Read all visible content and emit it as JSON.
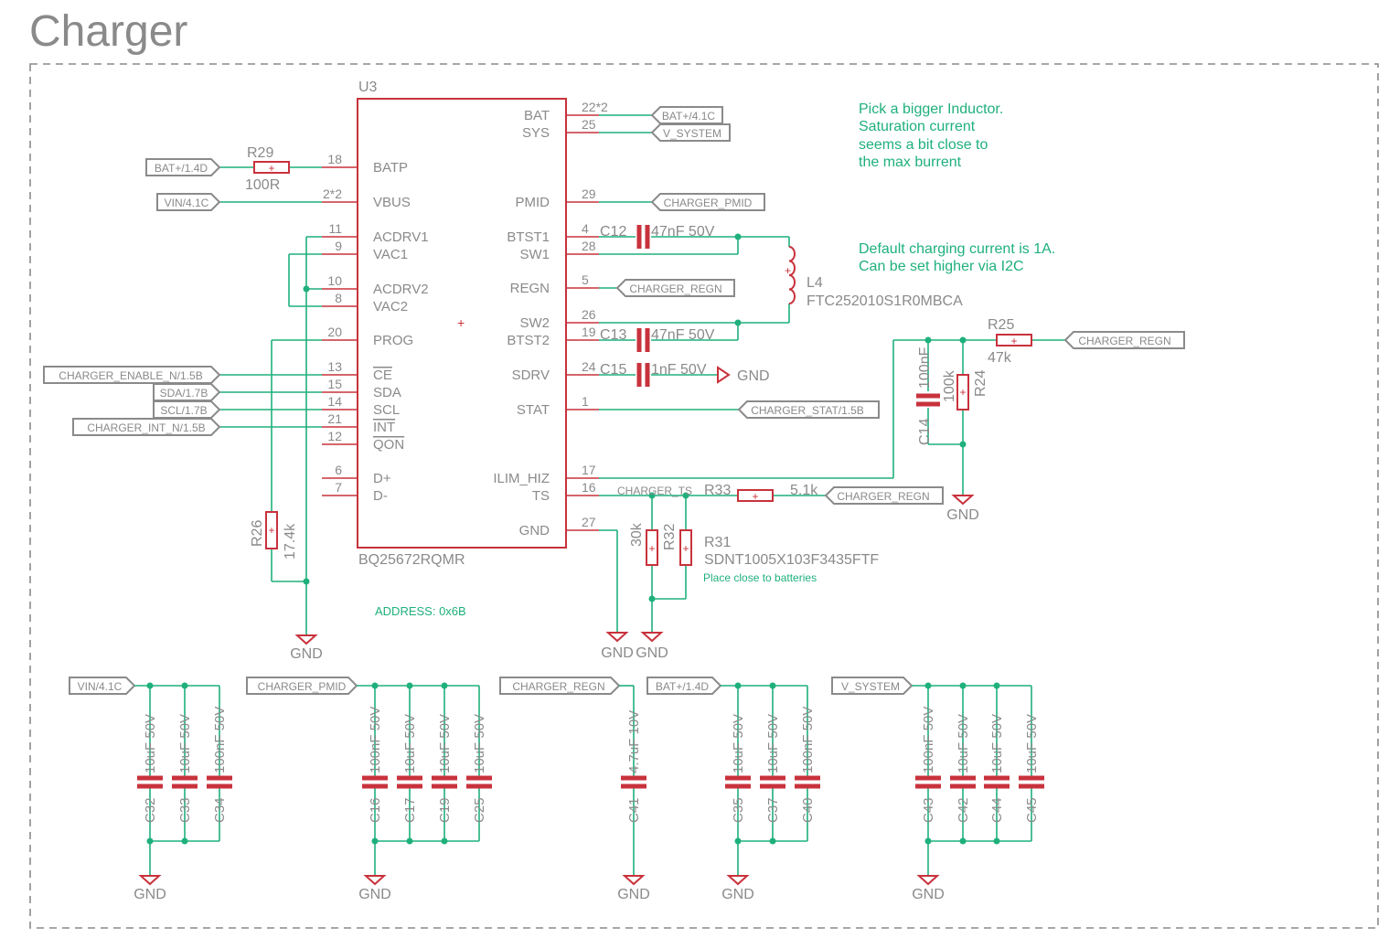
{
  "sheet": {
    "title": "Charger"
  },
  "chip": {
    "refdes": "U3",
    "part": "BQ25672RQMR",
    "pins_left": [
      {
        "num": "18",
        "name": "BATP"
      },
      {
        "num": "2*2",
        "name": "VBUS"
      },
      {
        "num": "11",
        "name": "ACDRV1"
      },
      {
        "num": "9",
        "name": "VAC1"
      },
      {
        "num": "10",
        "name": "ACDRV2"
      },
      {
        "num": "8",
        "name": "VAC2"
      },
      {
        "num": "20",
        "name": "PROG"
      },
      {
        "num": "13",
        "name": "CE"
      },
      {
        "num": "15",
        "name": "SDA"
      },
      {
        "num": "14",
        "name": "SCL"
      },
      {
        "num": "21",
        "name": "INT"
      },
      {
        "num": "12",
        "name": "QON"
      },
      {
        "num": "6",
        "name": "D+"
      },
      {
        "num": "7",
        "name": "D-"
      }
    ],
    "pins_right": [
      {
        "num": "22*2",
        "name": "BAT"
      },
      {
        "num": "25",
        "name": "SYS"
      },
      {
        "num": "29",
        "name": "PMID"
      },
      {
        "num": "4",
        "name": "BTST1"
      },
      {
        "num": "28",
        "name": "SW1"
      },
      {
        "num": "5",
        "name": "REGN"
      },
      {
        "num": "26",
        "name": "SW2"
      },
      {
        "num": "19",
        "name": "BTST2"
      },
      {
        "num": "24",
        "name": "SDRV"
      },
      {
        "num": "1",
        "name": "STAT"
      },
      {
        "num": "17",
        "name": "ILIM_HIZ"
      },
      {
        "num": "16",
        "name": "TS"
      },
      {
        "num": "27",
        "name": "GND"
      }
    ]
  },
  "net_labels": [
    "BAT+/1.4D",
    "VIN/4.1C",
    "BAT+/4.1C",
    "V_SYSTEM",
    "CHARGER_PMID",
    "CHARGER_REGN",
    "CHARGER_REGN",
    "CHARGER_STAT/1.5B",
    "CHARGER_REGN",
    "CHARGER_ENABLE_N/1.5B",
    "SDA/1.7B",
    "SCL/1.7B",
    "CHARGER_INT_N/1.5B",
    "VIN/4.1C",
    "CHARGER_PMID",
    "CHARGER_REGN",
    "BAT+/1.4D",
    "V_SYSTEM"
  ],
  "components": {
    "r29": {
      "ref": "R29",
      "value": "100R"
    },
    "r25": {
      "ref": "R25",
      "value": "47k"
    },
    "r24": {
      "ref": "R24",
      "value": "100k"
    },
    "r26": {
      "ref": "R26",
      "value": "17.4k"
    },
    "r33": {
      "ref": "R33",
      "value": "5.1k"
    },
    "r32": {
      "ref": "R32",
      "value": "30k"
    },
    "r31": {
      "ref": "R31",
      "value": "SDNT1005X103F3435FTF"
    },
    "c12": {
      "ref": "C12",
      "value": "47nF 50V"
    },
    "c13": {
      "ref": "C13",
      "value": "47nF 50V"
    },
    "c15": {
      "ref": "C15",
      "value": "1nF 50V"
    },
    "c14": {
      "ref": "C14",
      "value": "100nF"
    },
    "l4": {
      "ref": "L4",
      "value": "FTC252010S1R0MBCA"
    }
  },
  "net_text": {
    "charger_ts": "CHARGER_TS",
    "gnd": "GND"
  },
  "notes": {
    "inductor": [
      "Pick a bigger Inductor.",
      "Saturation current",
      "seems a bit close to",
      "the max burrent"
    ],
    "current": [
      "Default charging current is 1A.",
      "Can be set higher via I2C"
    ],
    "ntc": "Place close to batteries",
    "address": "ADDRESS: 0x6B"
  },
  "cap_groups": [
    {
      "label": "VIN/4.1C",
      "caps": [
        {
          "ref": "C32",
          "value": "10uF 50V"
        },
        {
          "ref": "C33",
          "value": "10uF 50V"
        },
        {
          "ref": "C34",
          "value": "100nF 50V"
        }
      ]
    },
    {
      "label": "CHARGER_PMID",
      "caps": [
        {
          "ref": "C16",
          "value": "100nF 50V"
        },
        {
          "ref": "C17",
          "value": "10uF 50V"
        },
        {
          "ref": "C19",
          "value": "10uF 50V"
        },
        {
          "ref": "C25",
          "value": "10uF 50V"
        }
      ]
    },
    {
      "label": "CHARGER_REGN",
      "caps": [
        {
          "ref": "C41",
          "value": "4.7uF 10V"
        }
      ]
    },
    {
      "label": "BAT+/1.4D",
      "caps": [
        {
          "ref": "C35",
          "value": "10uF 50V"
        },
        {
          "ref": "C37",
          "value": "10uF 50V"
        },
        {
          "ref": "C40",
          "value": "100nF 50V"
        }
      ]
    },
    {
      "label": "V_SYSTEM",
      "caps": [
        {
          "ref": "C43",
          "value": "100nF 50V"
        },
        {
          "ref": "C42",
          "value": "10uF 50V"
        },
        {
          "ref": "C44",
          "value": "10uF 50V"
        },
        {
          "ref": "C45",
          "value": "10uF 50V"
        }
      ]
    }
  ],
  "colors": {
    "symbol": "#c8323c",
    "wire": "#1fb07c",
    "text": "#8a8a8a"
  }
}
